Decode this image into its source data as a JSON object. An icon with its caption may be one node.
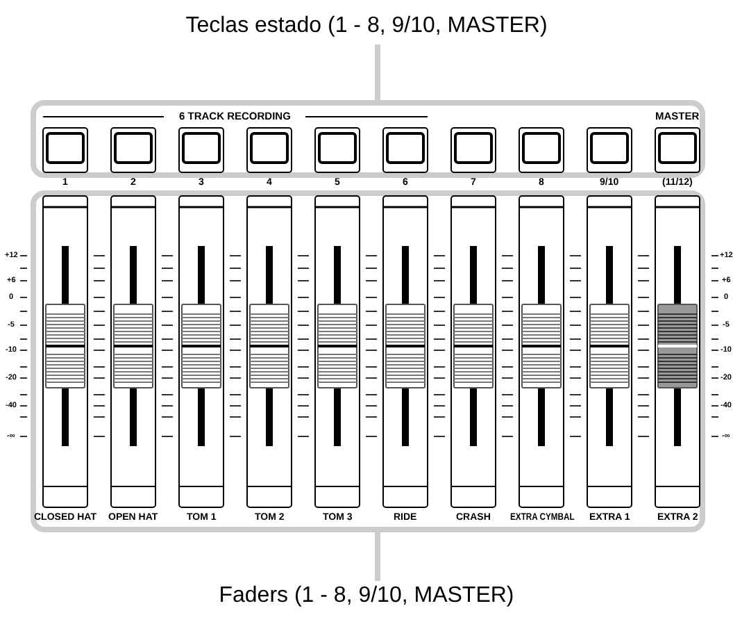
{
  "diagram": {
    "nodes": [
      {
        "text": [
          "Teclas estado (1 - 8, 9/10, MASTER)"
        ]
      },
      {
        "text": [],
        "shape": "box"
      },
      {
        "text": [],
        "shape": "box"
      },
      {
        "text": [
          "Faders (1 - 8, 9/10, MASTER)"
        ]
      }
    ],
    "edges": [
      {
        "from": 0,
        "to": 1,
        "arrow": "none"
      },
      {
        "from": 3,
        "to": 2,
        "arrow": "none"
      }
    ],
    "labels": [
      "6 TRACK RECORDING",
      "MASTER",
      "1",
      "2",
      "3",
      "4",
      "5",
      "6",
      "7",
      "8",
      "9/10",
      "(11/12)",
      "+12",
      "+6",
      "0",
      "-5",
      "-10",
      "-20",
      "-40",
      "-∞",
      "+12",
      "+6",
      "0",
      "-5",
      "-10",
      "-20",
      "-40",
      "-∞",
      "CLOSED HAT",
      "OPEN HAT",
      "TOM 1",
      "TOM 2",
      "TOM 3",
      "RIDE",
      "CRASH",
      "EXTRA CYMBAL",
      "EXTRA 1",
      "EXTRA 2"
    ]
  }
}
